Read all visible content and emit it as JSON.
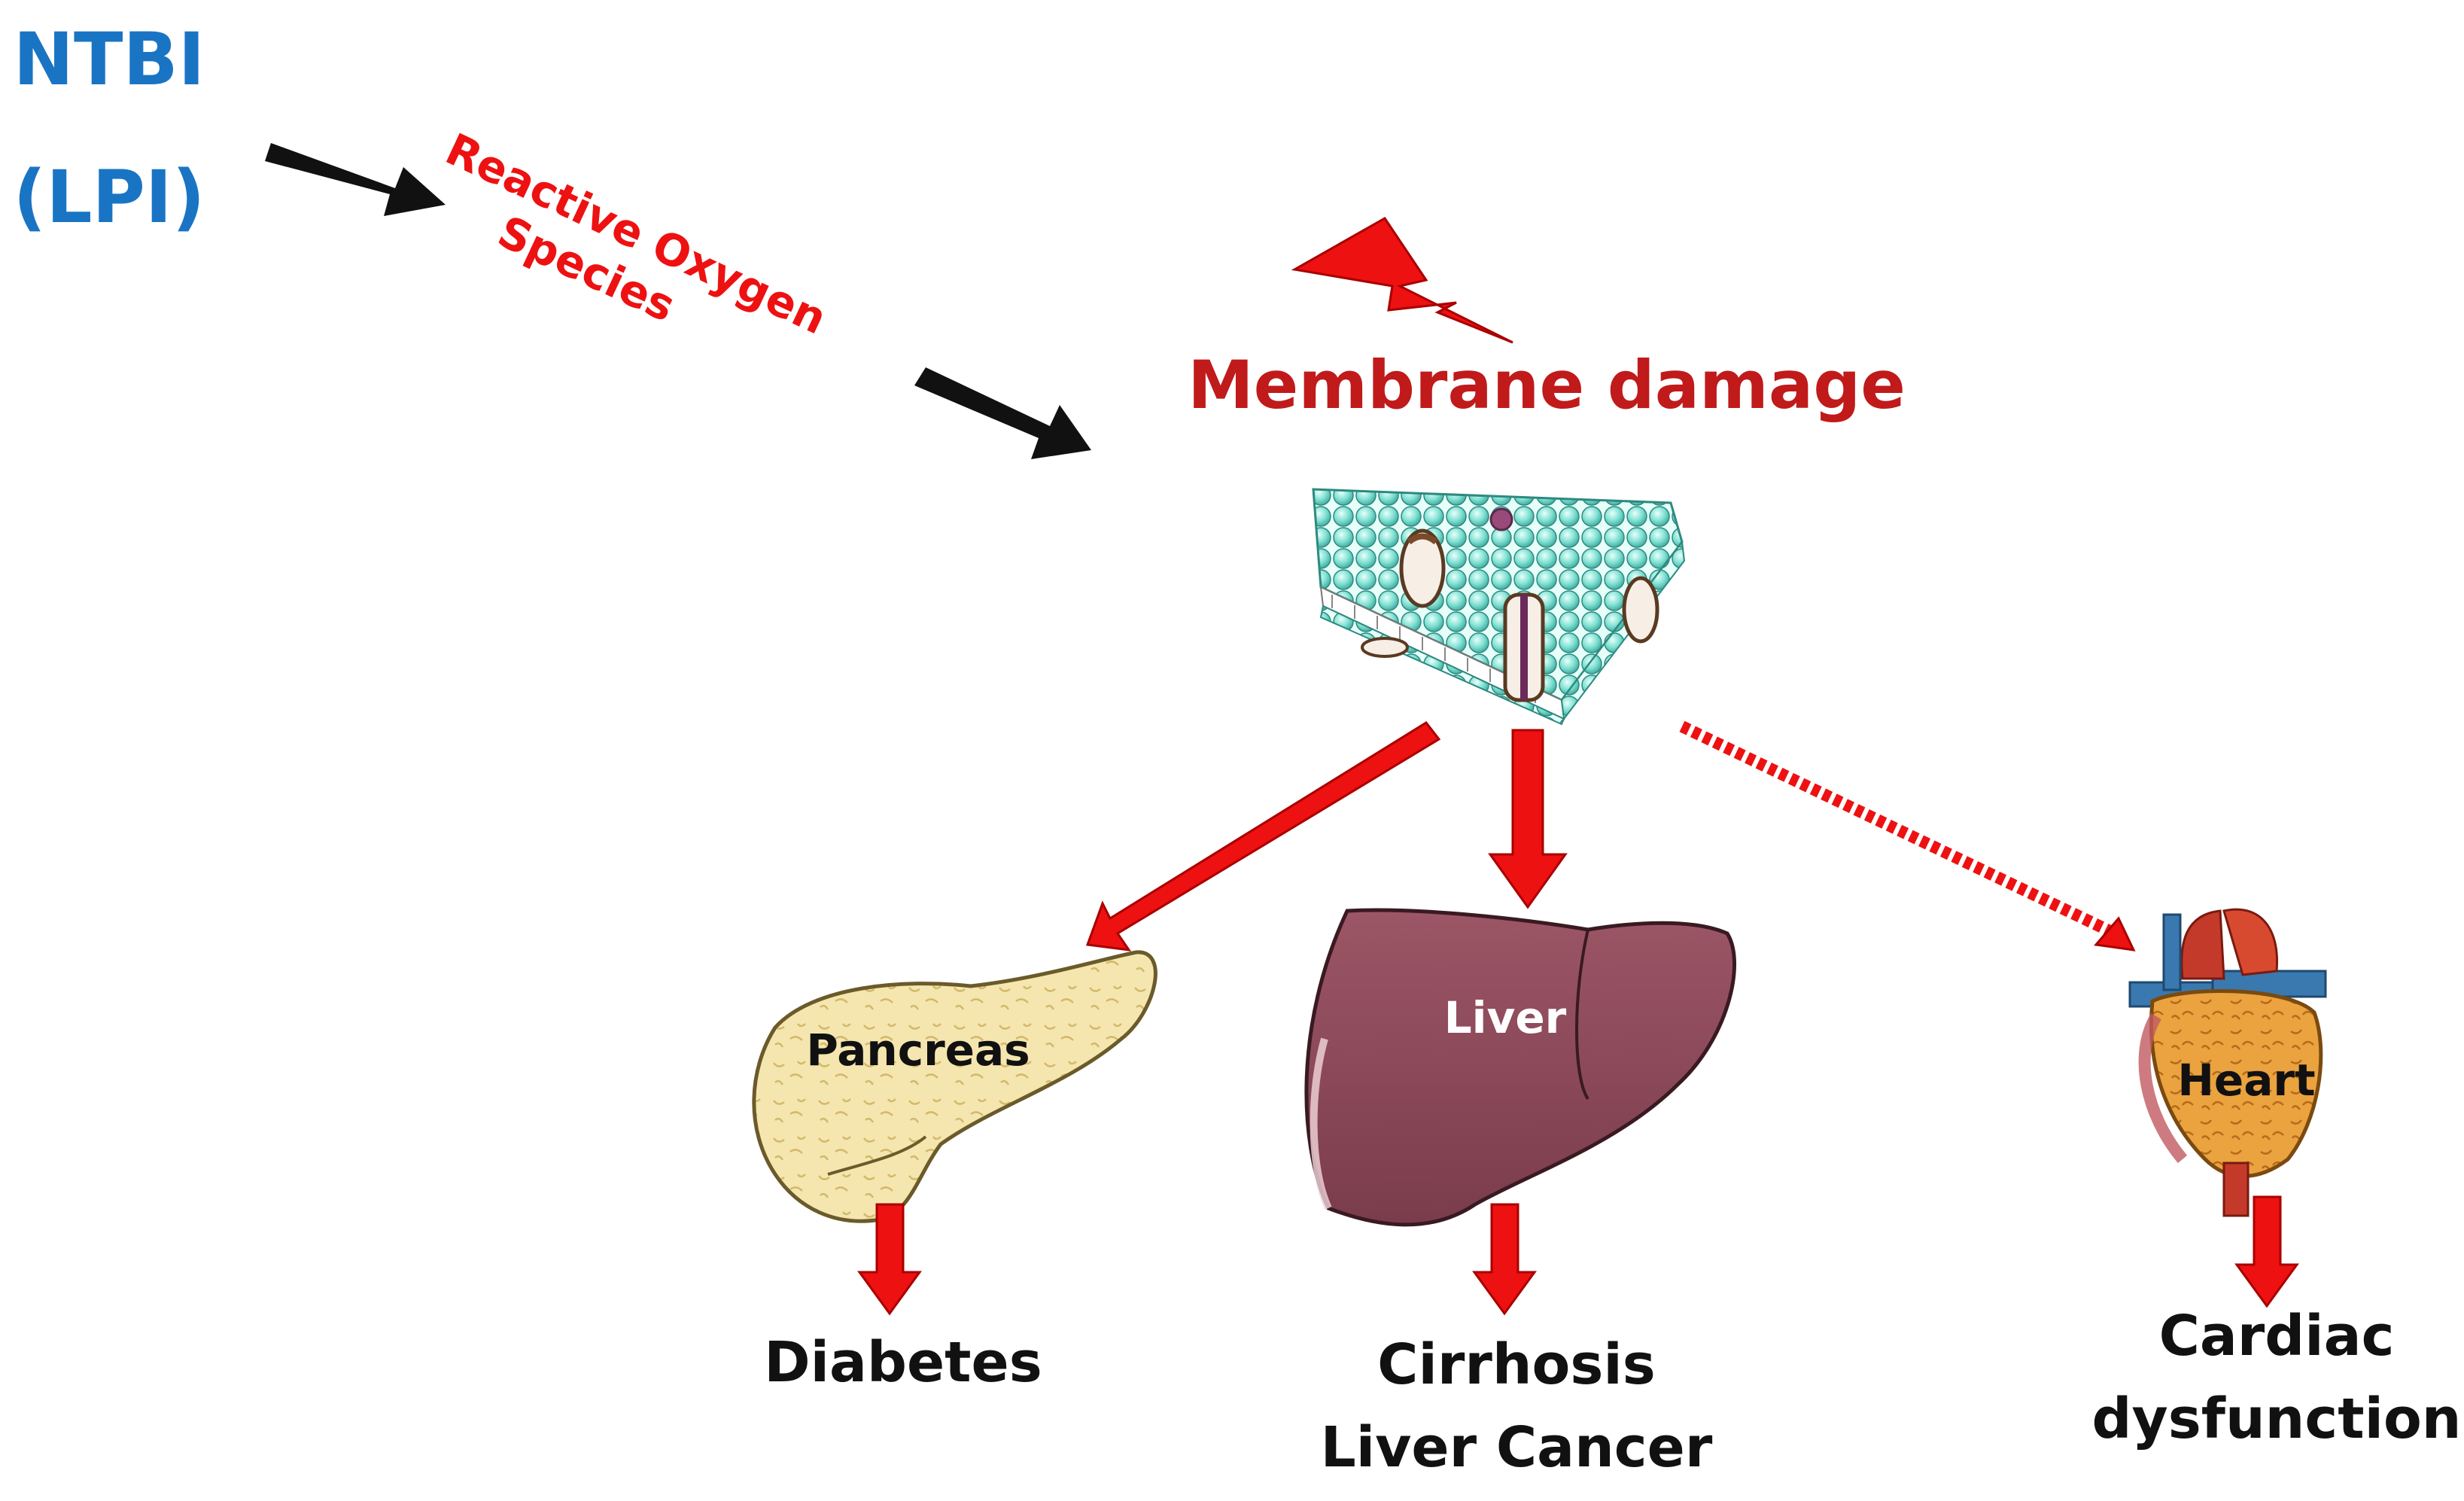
{
  "labels": {
    "ntbi": "NTBI",
    "lpi": "(LPI)",
    "ros_line1": "Reactive Oxygen",
    "ros_line2": "Species",
    "membrane_damage": "Membrane damage",
    "pancreas": "Pancreas",
    "liver": "Liver",
    "heart": "Heart",
    "diabetes": "Diabetes",
    "cirrhosis": "Cirrhosis",
    "liver_cancer": "Liver Cancer",
    "cardiac": "Cardiac",
    "dysfunction": "dysfunction"
  },
  "colors": {
    "blue_text": "#1a74c4",
    "red": "#ee1111",
    "dark_red_text": "#c01a1a",
    "black": "#111111",
    "membrane_head": "#7fe0d2",
    "pancreas_fill": "#f5e6b0",
    "liver_fill": "#8e4a5a",
    "heart_fill": "#e8a040"
  },
  "icons": {
    "lightning": "lightning-bolt-icon",
    "membrane": "cell-membrane-icon",
    "pancreas": "pancreas-icon",
    "liver": "liver-icon",
    "heart": "heart-icon"
  }
}
